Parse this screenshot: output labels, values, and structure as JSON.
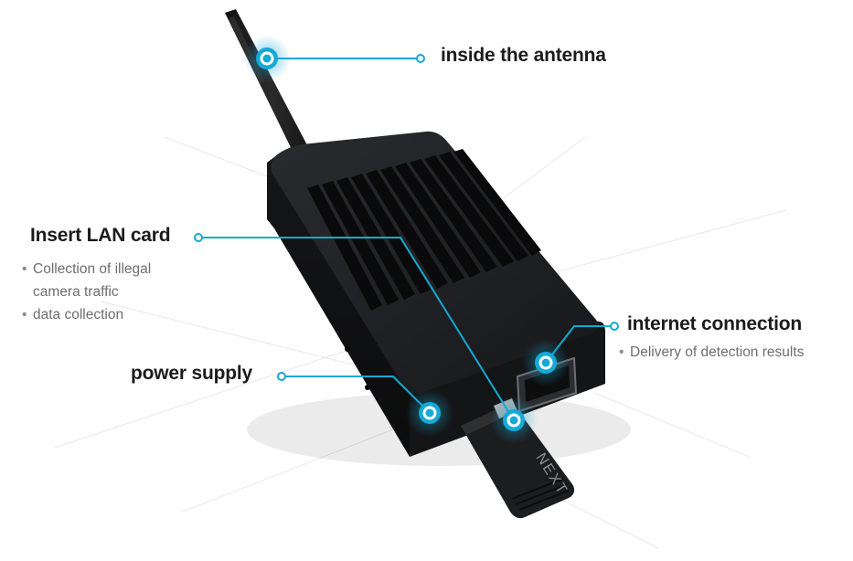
{
  "callouts": {
    "antenna": {
      "title": "inside the antenna"
    },
    "lan": {
      "title": "Insert LAN card",
      "bullets": [
        "Collection of illegal camera traffic",
        "data collection"
      ]
    },
    "power": {
      "title": "power supply"
    },
    "internet": {
      "title": "internet connection",
      "bullets": [
        "Delivery of detection results"
      ]
    }
  },
  "usb_stick_text": "NEXT",
  "colors": {
    "accent": "#15a9d6",
    "device_body": "#1b1c1e",
    "text_title": "#1b1b1b",
    "text_bullet": "#6e6e6e"
  }
}
